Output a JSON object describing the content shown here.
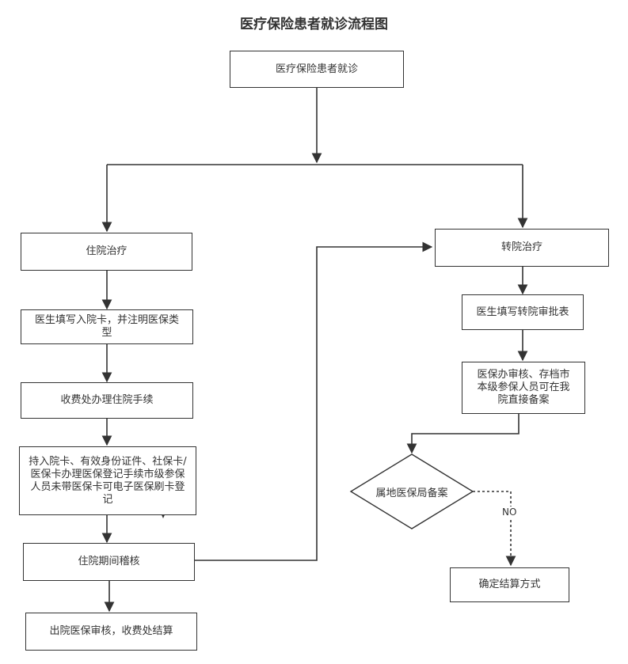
{
  "title": "医疗保险患者就诊流程图",
  "nodes": {
    "start": "医疗保险患者就诊",
    "inpatient": "住院治疗",
    "doctor_card": "医生填写入院卡，并注明医保类型",
    "billing": "收费处办理住院手续",
    "insurance_register": "持入院卡、有效身份证件、社保卡/医保卡办理医保登记手续市级参保人员未带医保卡可电子医保刷卡登记",
    "audit": "住院期间稽核",
    "discharge": "出院医保审核，收费处结算",
    "transfer": "转院治疗",
    "transfer_form": "医生填写转院审批表",
    "insurance_office": "医保办审核、存档市本级参保人员可在我院直接备案",
    "local_bureau": "属地医保局备案",
    "settlement": "确定结算方式"
  },
  "edges": {
    "no_label": "NO"
  }
}
